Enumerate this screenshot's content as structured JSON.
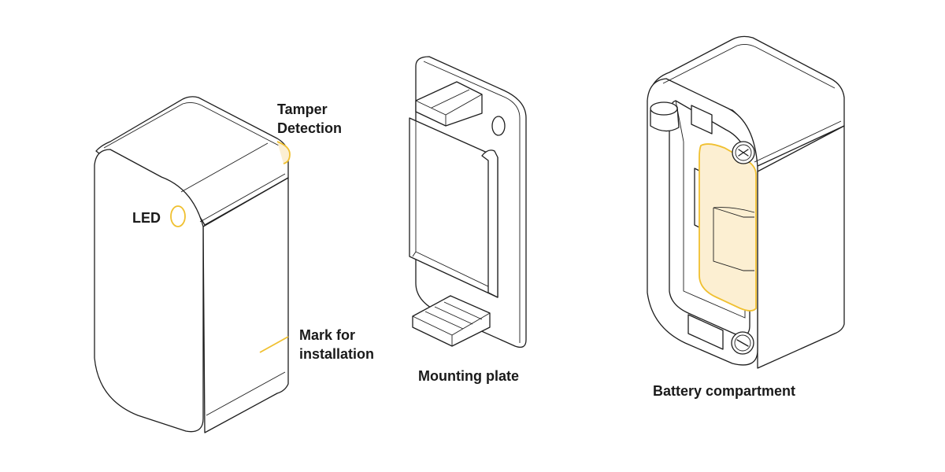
{
  "labels": {
    "led": "LED",
    "tamper_line1": "Tamper",
    "tamper_line2": "Detection",
    "mark_line1": "Mark for",
    "mark_line2": "installation",
    "mounting_plate": "Mounting plate",
    "battery_compartment": "Battery compartment"
  },
  "colors": {
    "accent_stroke": "#f0c030",
    "accent_fill": "#fcefd2",
    "line": "#1e1e1e",
    "background": "#ffffff"
  }
}
